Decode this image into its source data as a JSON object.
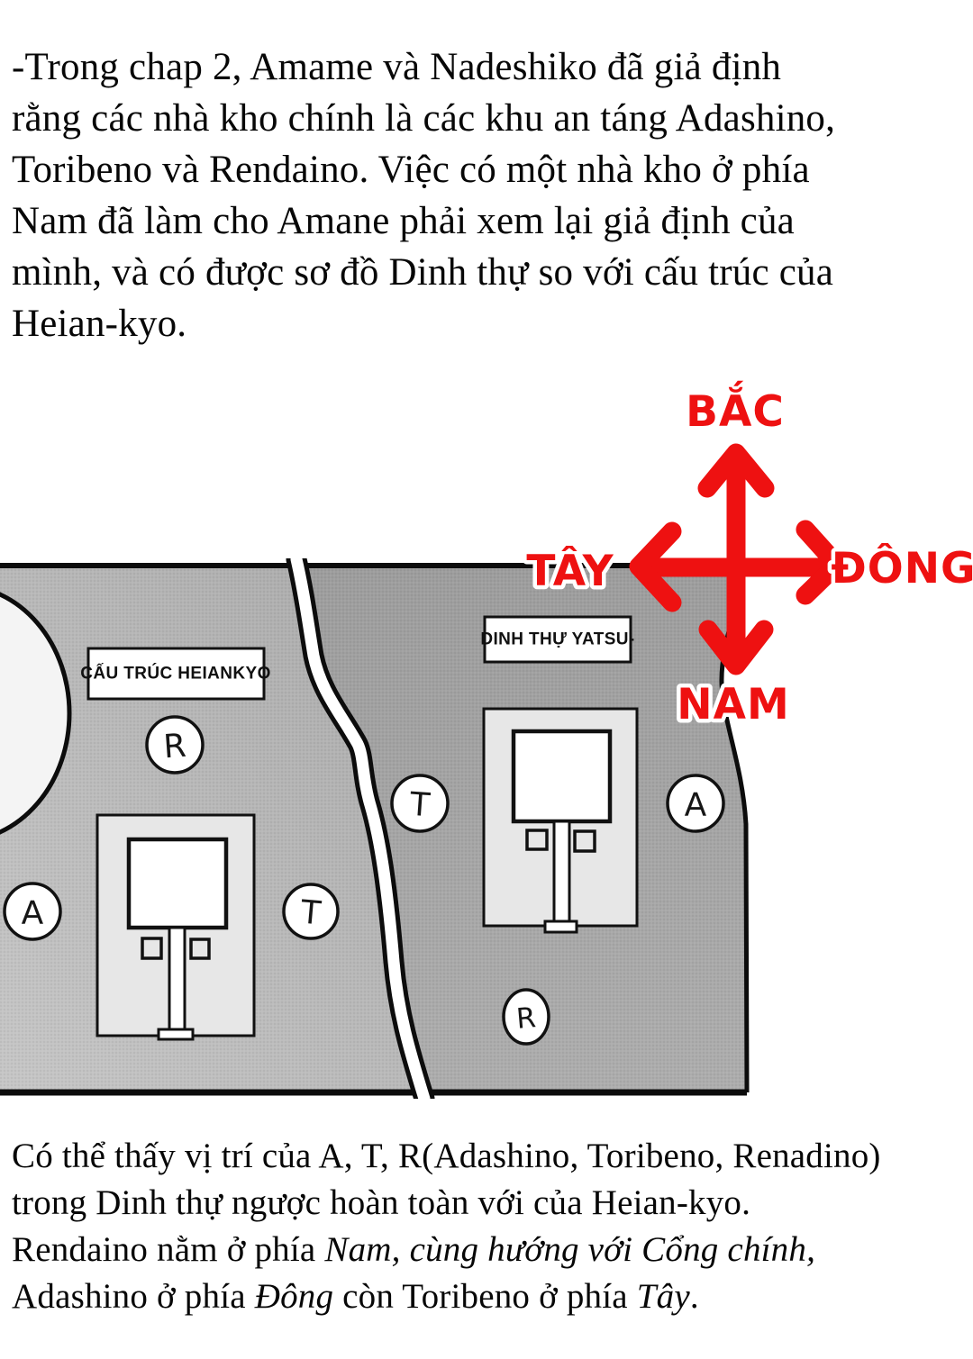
{
  "intro": {
    "lines": [
      "-Trong chap 2, Amame và Nadeshiko đã giả định",
      "rằng các nhà kho chính là các khu an táng Adashino,",
      "Toribeno và Rendaino. Việc có một nhà kho ở phía",
      "Nam đã làm cho Amane phải xem lại giả định của",
      "mình, và có được sơ đồ Dinh thự so với cấu trúc của",
      "Heian-kyo."
    ]
  },
  "compass": {
    "north": "BẮC",
    "west": "TÂY",
    "east": "ĐÔNG",
    "south": "NAM",
    "accent_color": "#ee1111"
  },
  "map": {
    "heiankyo": {
      "label": "CẤU TRÚC HEIANKYO",
      "marker_r": "R",
      "marker_a": "A",
      "marker_t": "T"
    },
    "mansion": {
      "label": "DINH THỰ YATSU-",
      "marker_t": "T",
      "marker_a": "A",
      "marker_r": "R"
    }
  },
  "footer": {
    "line1": "Có thể thấy vị trí của A, T, R(Adashino, Toribeno, Renadino)",
    "line2": "trong Dinh thự ngược hoàn toàn với của Heian-kyo.",
    "line3_regular": "Rendaino nằm ở phía ",
    "line3_italic": "Nam, cùng hướng với Cổng chính,",
    "line4_regular1": "Adashino ở phía ",
    "line4_italic1": "Đông",
    "line4_regular2": " còn Toribeno ở phía ",
    "line4_italic2": "Tây",
    "line4_regular3": "."
  }
}
